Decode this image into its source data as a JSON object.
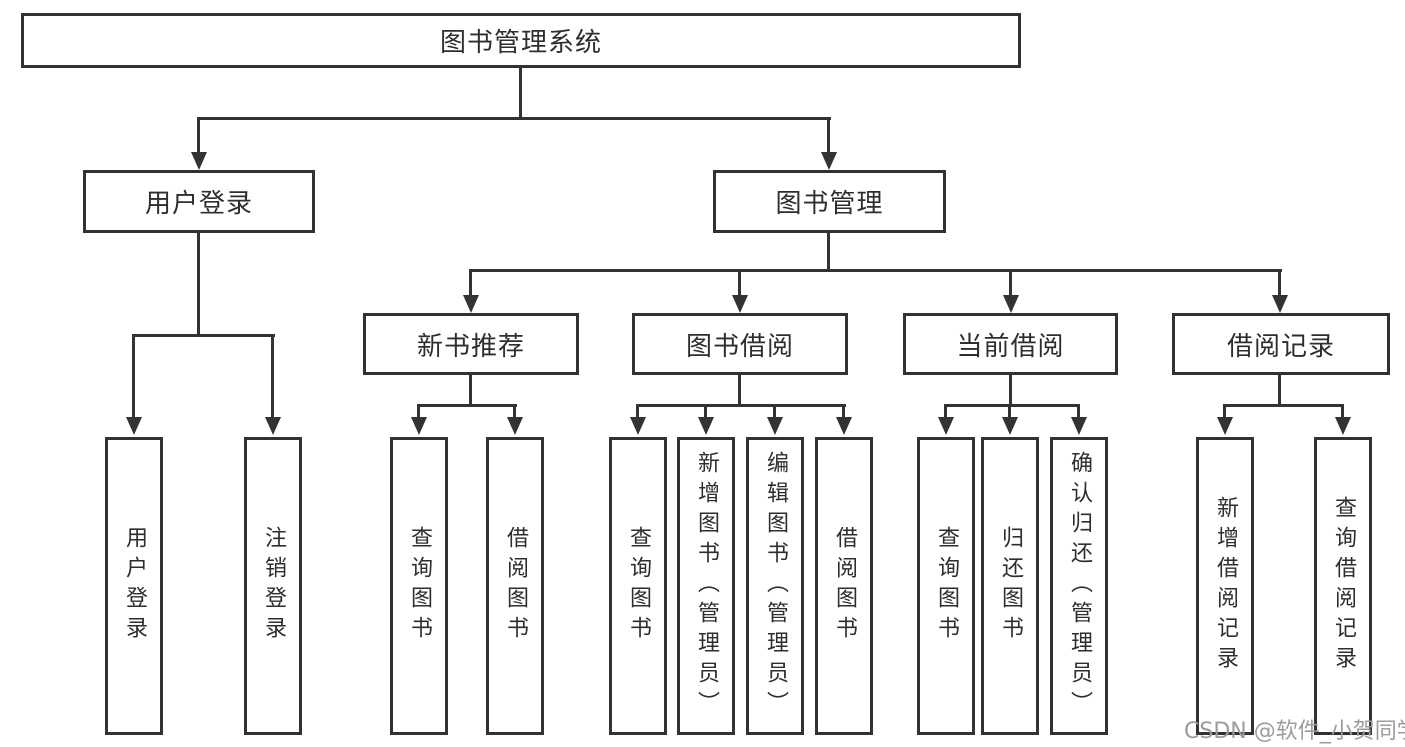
{
  "diagram": {
    "root": {
      "label": "图书管理系统"
    },
    "level1": [
      {
        "label": "用户登录"
      },
      {
        "label": "图书管理"
      }
    ],
    "level2": [
      {
        "label": "新书推荐",
        "parent": "图书管理"
      },
      {
        "label": "图书借阅",
        "parent": "图书管理"
      },
      {
        "label": "当前借阅",
        "parent": "图书管理"
      },
      {
        "label": "借阅记录",
        "parent": "图书管理"
      }
    ],
    "leaves": [
      {
        "label": "用户登录",
        "parent": "用户登录"
      },
      {
        "label": "注销登录",
        "parent": "用户登录"
      },
      {
        "label": "查询图书",
        "parent": "新书推荐"
      },
      {
        "label": "借阅图书",
        "parent": "新书推荐"
      },
      {
        "label": "查询图书",
        "parent": "图书借阅"
      },
      {
        "label": "新增图书（管理员）",
        "parent": "图书借阅"
      },
      {
        "label": "编辑图书（管理员）",
        "parent": "图书借阅"
      },
      {
        "label": "借阅图书",
        "parent": "图书借阅"
      },
      {
        "label": "查询图书",
        "parent": "当前借阅"
      },
      {
        "label": "归还图书",
        "parent": "当前借阅"
      },
      {
        "label": "确认归还（管理员）",
        "parent": "当前借阅"
      },
      {
        "label": "新增借阅记录",
        "parent": "借阅记录"
      },
      {
        "label": "查询借阅记录",
        "parent": "借阅记录"
      }
    ]
  },
  "watermark": {
    "text": "CSDN @软件_小贺同学",
    "color": "#9c9c9c"
  },
  "colors": {
    "line": "#333333",
    "border": "#323232",
    "text": "#2e2e2e",
    "node_bg": "#ffffff",
    "page_bg": "#ffffff"
  }
}
